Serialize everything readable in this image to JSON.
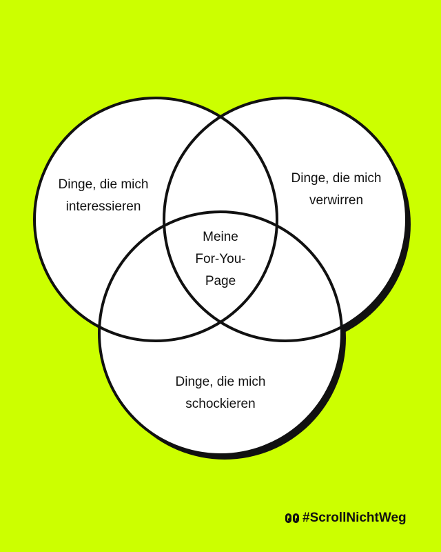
{
  "background_color": "#CCFF00",
  "diagram": {
    "type": "venn",
    "sets": [
      {
        "id": "left",
        "label": "Dinge, die mich interessieren",
        "line1": "Dinge, die mich",
        "line2": "interessieren"
      },
      {
        "id": "right",
        "label": "Dinge, die mich verwirren",
        "line1": "Dinge, die mich",
        "line2": "verwirren"
      },
      {
        "id": "bottom",
        "label": "Dinge, die mich schockieren",
        "line1": "Dinge, die mich",
        "line2": "schockieren"
      }
    ],
    "intersection": {
      "line1": "Meine",
      "line2": "For-You-",
      "line3": "Page"
    }
  },
  "footer": {
    "hashtag": "#ScrollNichtWeg",
    "icon": "eyes-icon"
  }
}
